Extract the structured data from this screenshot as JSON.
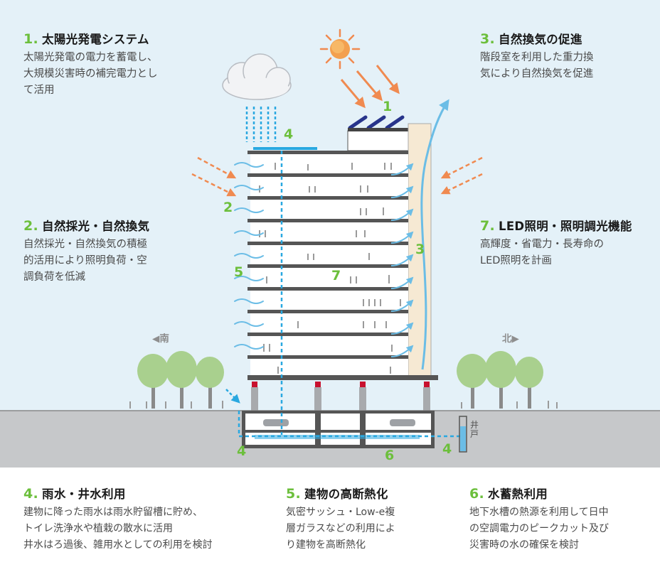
{
  "features": {
    "f1": {
      "num": "1.",
      "title": "太陽光発電システム",
      "lines": [
        "太陽光発電の電力を蓄電し、",
        "大規模災害時の補完電力とし",
        "て活用"
      ]
    },
    "f2": {
      "num": "2.",
      "title": "自然採光・自然換気",
      "lines": [
        "自然採光・自然換気の積極",
        "的活用により照明負荷・空",
        "調負荷を低減"
      ]
    },
    "f3": {
      "num": "3.",
      "title": "自然換気の促進",
      "lines": [
        "階段室を利用した重力換",
        "気により自然換気を促進"
      ]
    },
    "f7": {
      "num": "7.",
      "title": "LED照明・照明調光機能",
      "lines": [
        "高輝度・省電力・長寿命の",
        "LED照明を計画"
      ]
    },
    "f4": {
      "num": "4.",
      "title": "雨水・井水利用",
      "lines": [
        "建物に降った雨水は雨水貯留槽に貯め、",
        "トイレ洗浄水や植栽の散水に活用",
        "井水はろ過後、雑用水としての利用を検討"
      ]
    },
    "f5": {
      "num": "5.",
      "title": "建物の高断熱化",
      "lines": [
        "気密サッシュ・Low-e複",
        "層ガラスなどの利用によ",
        "り建物を高断熱化"
      ]
    },
    "f6": {
      "num": "6.",
      "title": "水蓄熱利用",
      "lines": [
        "地下水槽の熱源を利用して日中",
        "の空調電力のピークカット及び",
        "災害時の水の確保を検討"
      ]
    }
  },
  "callouts": {
    "c1": "1",
    "c2": "2",
    "c3": "3",
    "c4a": "4",
    "c4b": "4",
    "c4c": "4",
    "c5": "5",
    "c6": "6",
    "c7": "7"
  },
  "directions": {
    "south": "◀南",
    "north": "北▶"
  },
  "well_label": [
    "井",
    "戸"
  ],
  "colors": {
    "number_green": "#6cbf3c",
    "water_blue": "#29a8e0",
    "breeze_orange": "#f08a50",
    "solar_panel": "#27348b",
    "sky": "#e4f1f8",
    "ground": "#c6c8ca"
  }
}
